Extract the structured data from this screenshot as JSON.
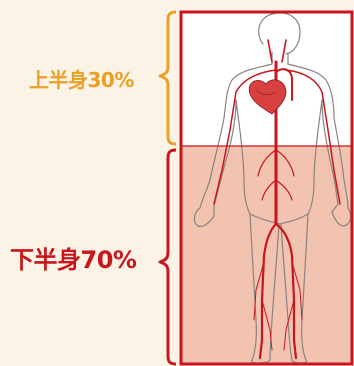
{
  "colors": {
    "upper_accent": "#e8a126",
    "lower_accent": "#c9161d",
    "background": "#fbf3e6",
    "lower_fill": "#f2c3b0",
    "outline": "#8a8480",
    "artery": "#c9161d"
  },
  "labels": {
    "upper": "上半身30%",
    "lower": "下半身70%"
  },
  "upper_share": 0.3,
  "lower_share": 0.7,
  "figure": {
    "icons": [
      "human-body-outline",
      "artery-network",
      "heart"
    ]
  }
}
